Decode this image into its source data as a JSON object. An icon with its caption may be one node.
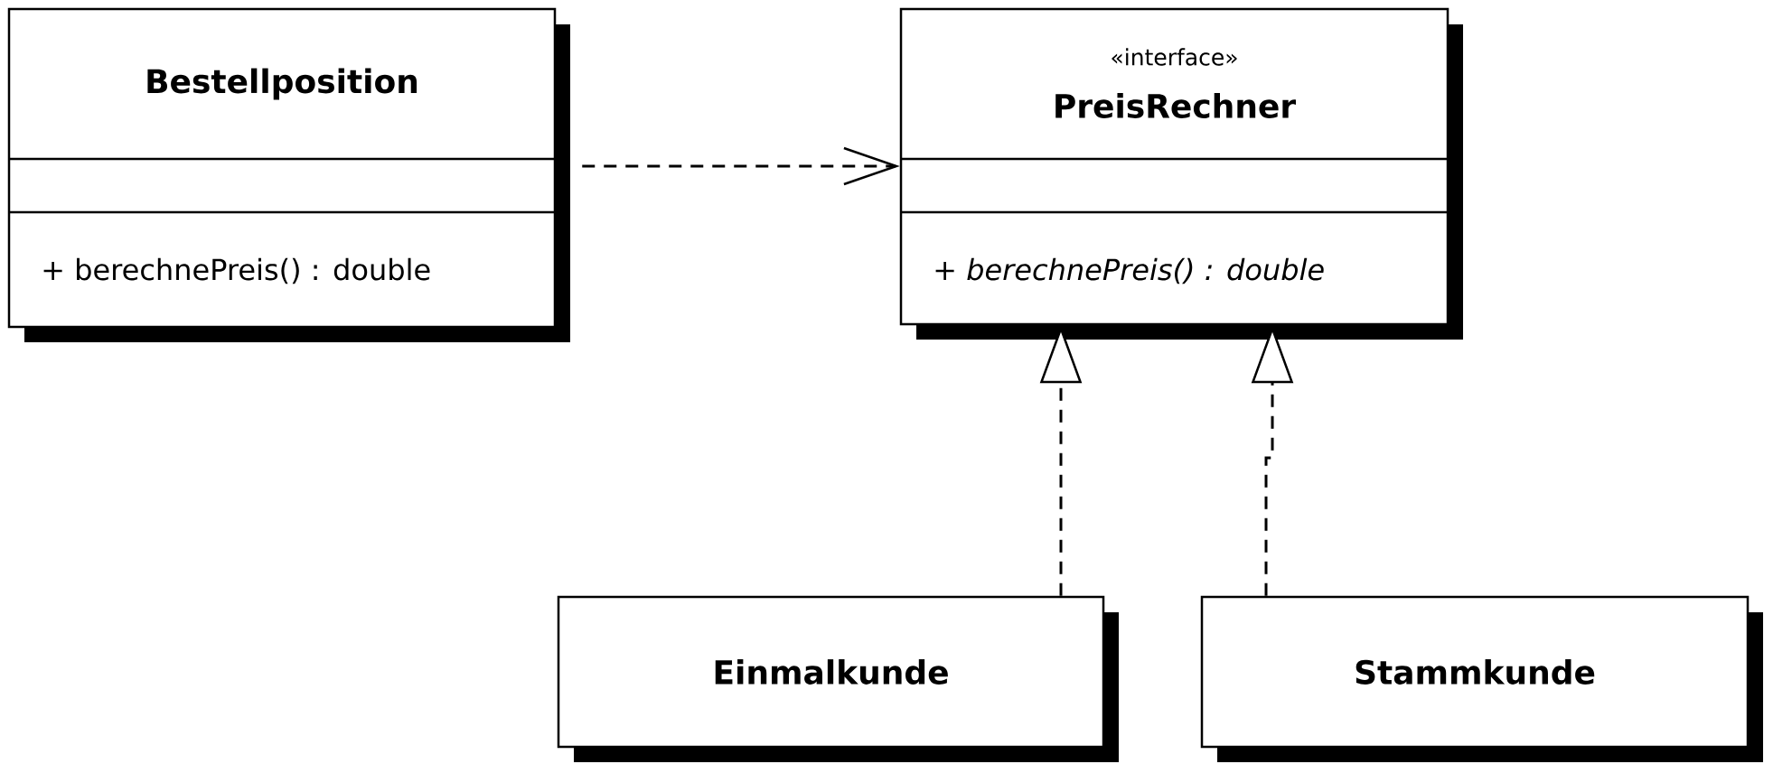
{
  "diagram": {
    "nodes": [
      {
        "text": [
          "Bestellposition",
          "+ berechnePreis() : double"
        ]
      },
      {
        "text": [
          "«interface»",
          "PreisRechner",
          "+ berechnePreis() : double"
        ]
      },
      {
        "text": [
          "Einmalkunde"
        ]
      },
      {
        "text": [
          "Stammkunde"
        ]
      }
    ],
    "edges": [
      {
        "from": 0,
        "to": 1,
        "arrow": "to",
        "style": "dashed"
      },
      {
        "from": 2,
        "to": 1,
        "arrow": "to",
        "style": "dashed"
      },
      {
        "from": 3,
        "to": 1,
        "arrow": "to",
        "style": "dashed"
      }
    ]
  }
}
